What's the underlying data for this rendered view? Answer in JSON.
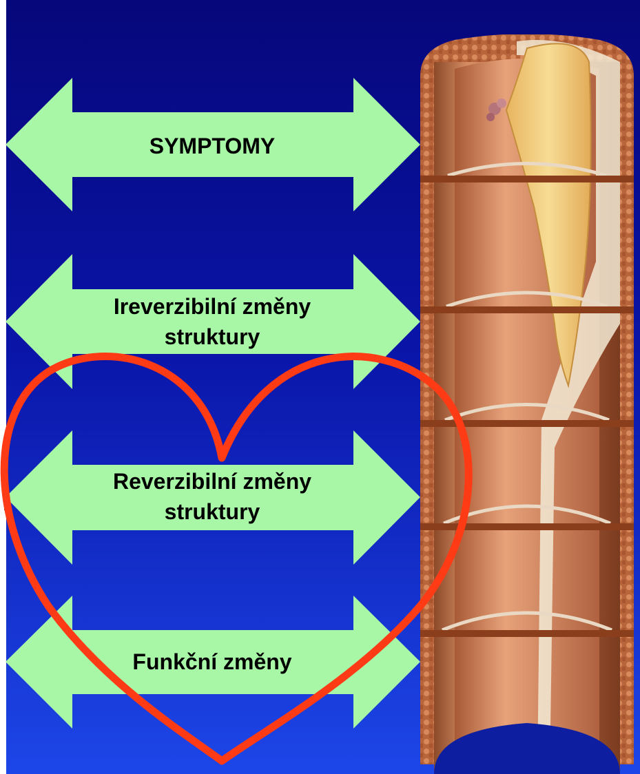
{
  "arrows": [
    {
      "label": "SYMPTOMY"
    },
    {
      "label": "Ireverzibilní změny\nstruktury"
    },
    {
      "label": "Reverzibilní změny\nstruktury"
    },
    {
      "label": "Funkční změny"
    }
  ],
  "colors": {
    "background_top": "#06077a",
    "background_bottom": "#1d46e8",
    "arrow_fill": "#a8f7a6",
    "heart_stroke": "#ff3b16",
    "airway_wall": "#c9784f",
    "mucus": "#f3cd78"
  }
}
